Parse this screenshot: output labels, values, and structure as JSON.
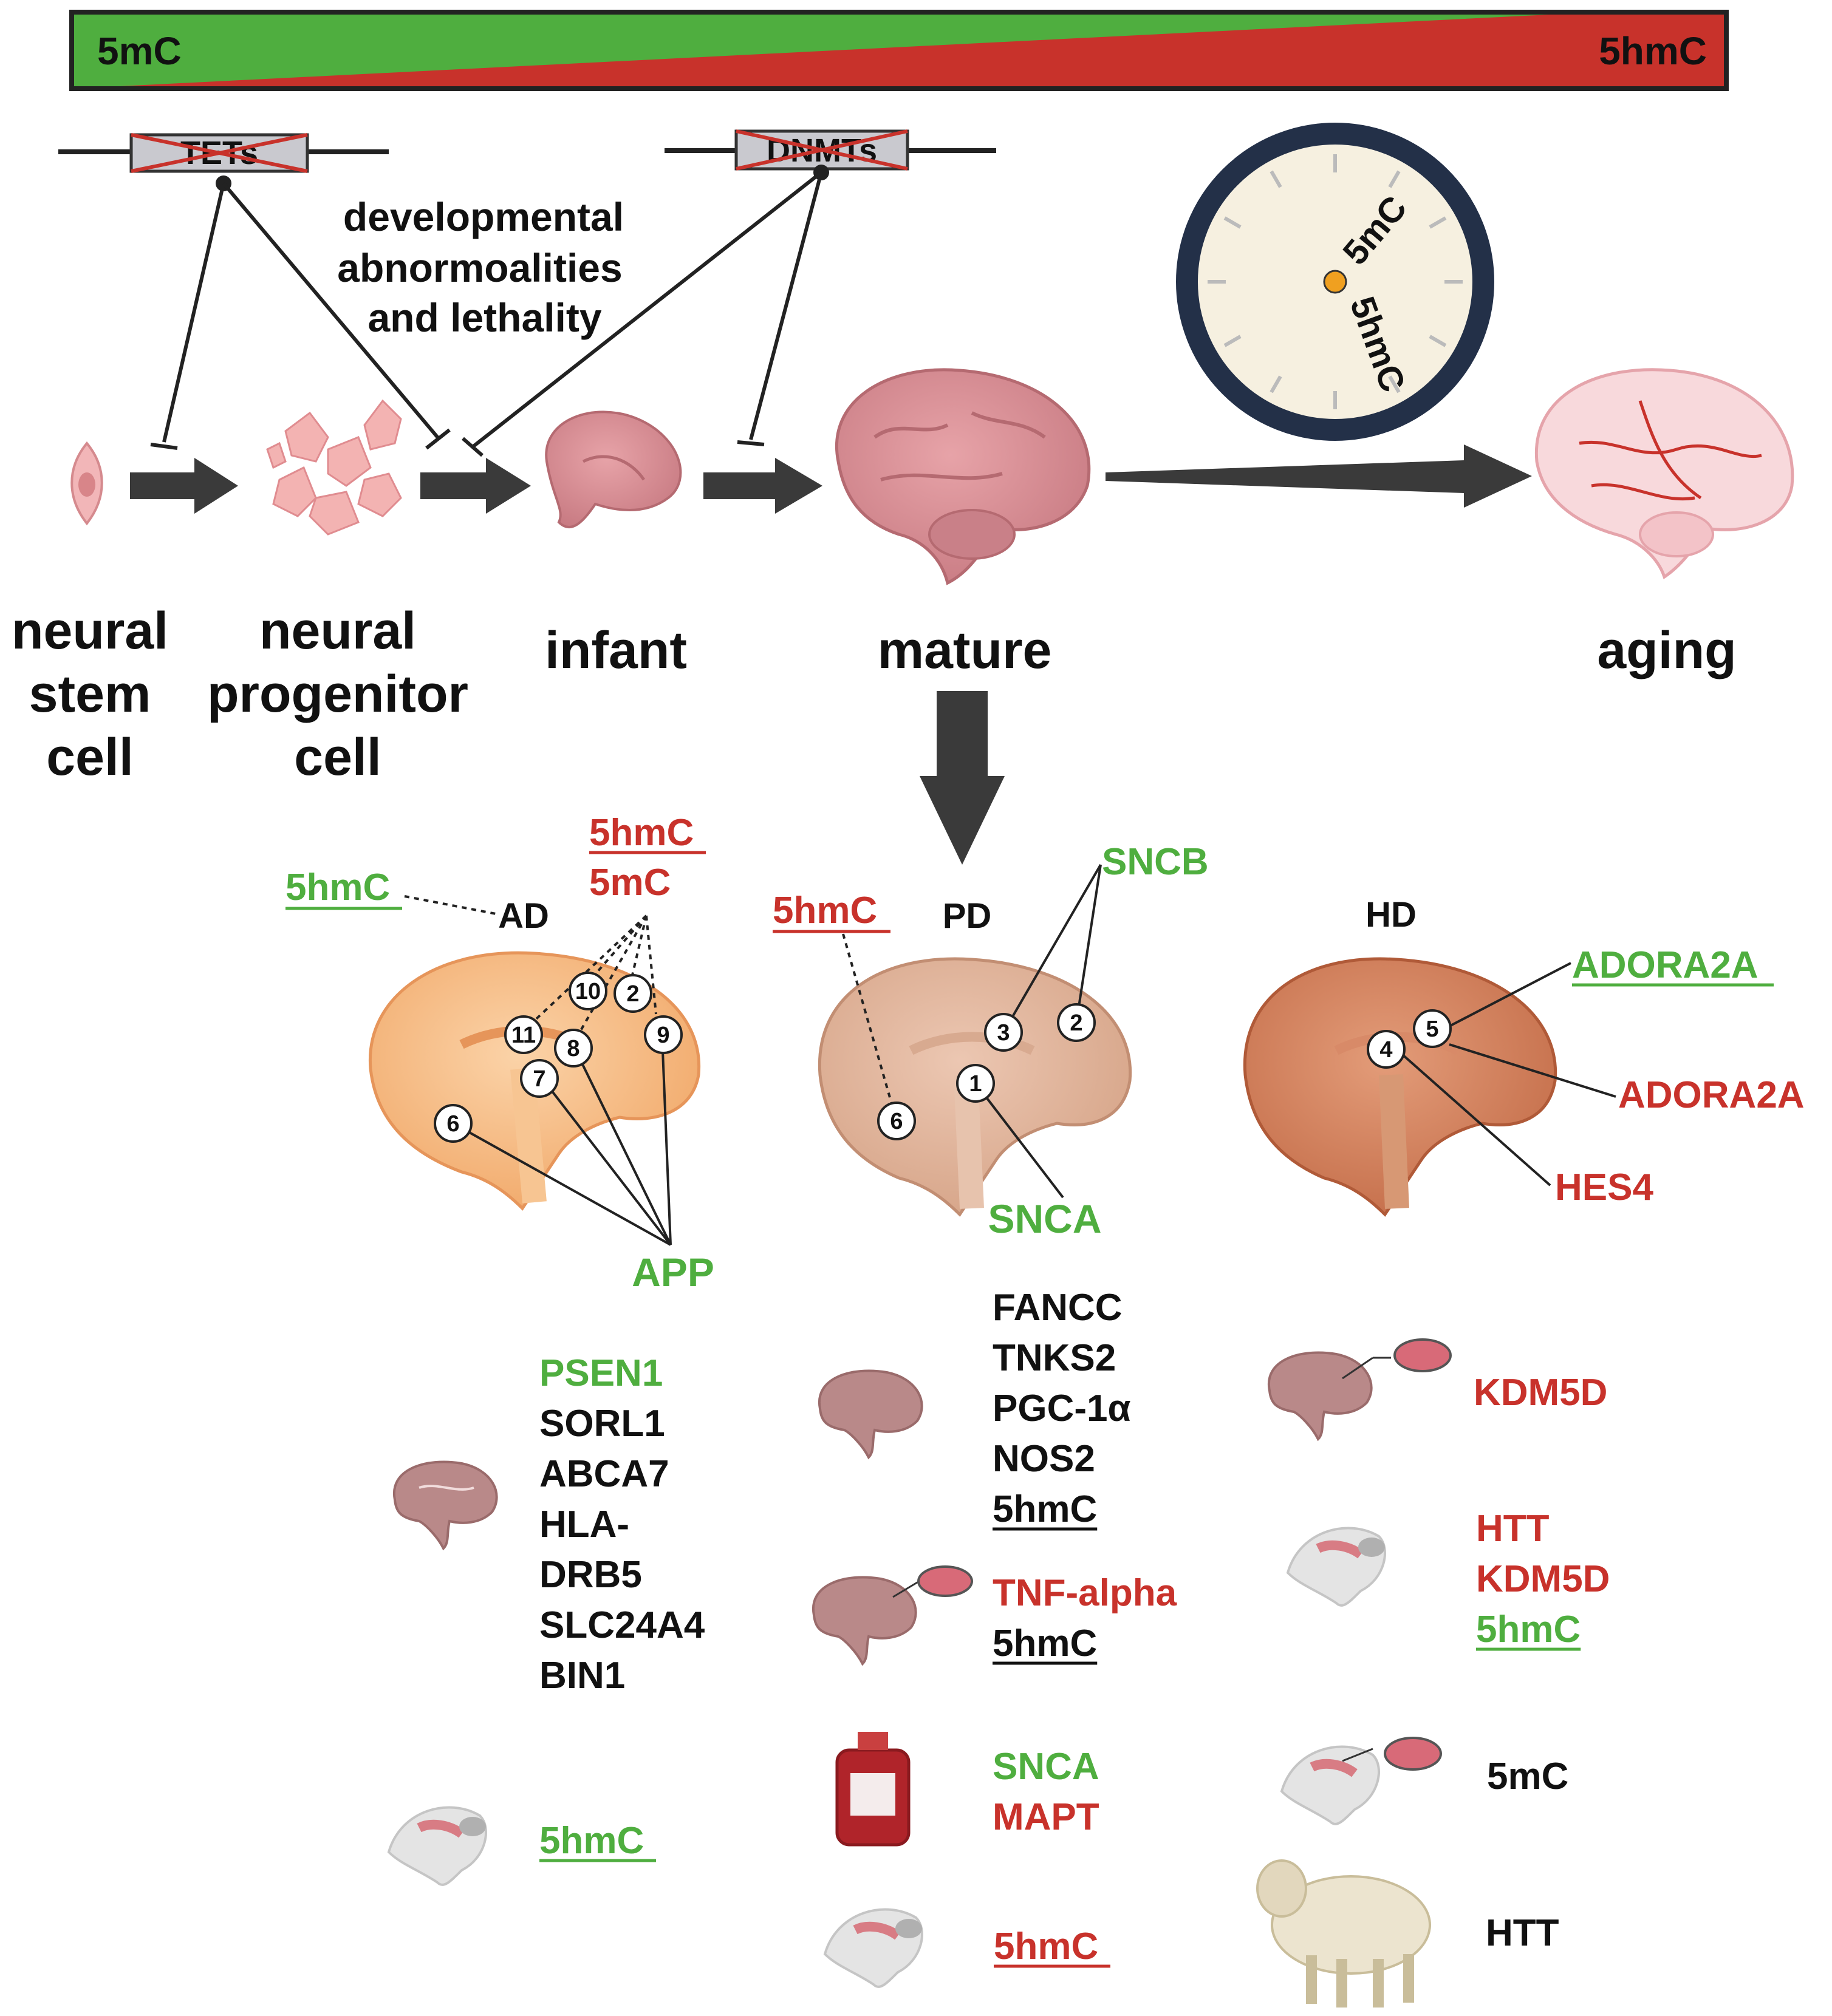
{
  "gradient_bar": {
    "left_label": "5mC",
    "right_label": "5hmC",
    "colors": {
      "green": "#4fae3f",
      "red": "#c8322b",
      "border": "#222222"
    }
  },
  "enzymes": {
    "tets": "TETs",
    "dnmts": "DNMTs"
  },
  "note": {
    "line1": "developmental",
    "line2": "abnormoalities",
    "line3": "and lethality"
  },
  "clock": {
    "label_5mc": "5mC",
    "label_5hmc": "5hmC",
    "rim_color": "#233048",
    "face_color": "#f6f0e0",
    "pivot_color": "#f0a020"
  },
  "stages": {
    "stem": [
      "neural",
      "stem",
      "cell"
    ],
    "progenitor": [
      "neural",
      "progenitor",
      "cell"
    ],
    "infant": "infant",
    "mature": "mature",
    "aging": "aging"
  },
  "ad": {
    "title": "AD",
    "label_5hmc_green": "5hmC",
    "label_5hmc_red": "5hmC",
    "label_5mc_red": "5mC",
    "app": "APP",
    "region_numbers": [
      "10",
      "2",
      "11",
      "8",
      "9",
      "7",
      "6"
    ],
    "genes": [
      {
        "text": "PSEN1",
        "color": "green"
      },
      {
        "text": "SORL1",
        "color": "black"
      },
      {
        "text": "ABCA7",
        "color": "black"
      },
      {
        "text": "HLA-",
        "color": "black"
      },
      {
        "text": "DRB5",
        "color": "black"
      },
      {
        "text": "SLC24A4",
        "color": "black"
      },
      {
        "text": "BIN1",
        "color": "black"
      }
    ],
    "mouse_5hmc": "5hmC"
  },
  "pd": {
    "title": "PD",
    "label_5hmc_red": "5hmC",
    "sncb": "SNCB",
    "snca": "SNCA",
    "region_numbers": [
      "3",
      "2",
      "1",
      "6"
    ],
    "genes_brain": [
      {
        "text": "FANCC",
        "color": "black"
      },
      {
        "text": "TNKS2",
        "color": "black"
      },
      {
        "text": "PGC-1α",
        "color": "black"
      },
      {
        "text": "NOS2",
        "color": "black"
      },
      {
        "text": "5hmC",
        "color": "black",
        "underline": true
      }
    ],
    "cells": [
      {
        "text": "TNF-alpha",
        "color": "red"
      },
      {
        "text": "5hmC",
        "color": "black",
        "underline": true
      }
    ],
    "blood": [
      {
        "text": "SNCA",
        "color": "green"
      },
      {
        "text": "MAPT",
        "color": "red"
      }
    ],
    "mouse_5hmc": "5hmC"
  },
  "hd": {
    "title": "HD",
    "adora2a_green": "ADORA2A",
    "adora2a_red": "ADORA2A",
    "hes4": "HES4",
    "region_numbers": [
      "5",
      "4"
    ],
    "cells_gene": "KDM5D",
    "mouse_genes": [
      {
        "text": "HTT",
        "color": "red"
      },
      {
        "text": "KDM5D",
        "color": "red"
      },
      {
        "text": "5hmC",
        "color": "green",
        "underline": true
      }
    ],
    "mouse_cells_5mc": "5mC",
    "sheep_htt": "HTT"
  },
  "palette": {
    "green": "#4fae3f",
    "red": "#c8322b",
    "black": "#111111"
  }
}
